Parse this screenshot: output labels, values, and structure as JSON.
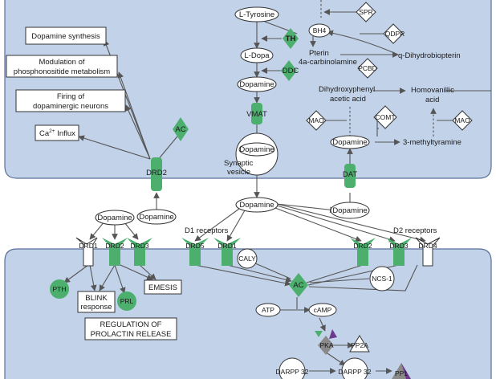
{
  "colors": {
    "cell_fill": "#c2d2e9",
    "cell_stroke": "#5a6f9a",
    "green": "#4caf6e",
    "green_dark": "#2f8a50",
    "purple": "#6b3a8c",
    "gray_kinase": "#8a8a8a",
    "node_fill": "#ffffff",
    "edge": "#555555"
  },
  "presynaptic": {
    "ltyrosine": "L-Tyrosine",
    "th": "TH",
    "ldopa": "L-Dopa",
    "ddc": "DDC",
    "dopamine_top": "Dopamine",
    "vmat": "VMAT",
    "vesicle_dopamine": "Dopamine",
    "synaptic_vesicle": "Synaptic vesicle",
    "spr": "SPR",
    "bh4": "BH4",
    "qdpr": "QDPR",
    "pterin": "Pterin 4a-carbinolamine",
    "q_dihydro": "q-Dihydrobiopterin",
    "pcbd": "PCBD",
    "dihydroxyphenyl": "Dihydroxyphenyl acetic acid",
    "homovanillic": "Homovanillic acid",
    "mao_left": "MAO",
    "comt": "COMT",
    "mao_right": "MAO",
    "dopamine_right": "Dopamine",
    "methyltyramine": "3-methyltyramine",
    "dat": "DAT",
    "dopamine_dat": "Dopamine",
    "drd2_top": "DRD2",
    "ac_top": "AC",
    "dopamine_synthesis": "Dopamine synthesis",
    "phospho_mod": "Modulation of phosphonositide metabolism",
    "firing": "Firing of dopaminergic neurons",
    "ca_influx_pre": "Ca",
    "ca_influx_sup": "2+",
    "ca_influx_post": " Influx",
    "dopamine_autorec": "Dopamine"
  },
  "synapse": {
    "dopamine_cleft": "Dopamine",
    "d1_receptors": "D1 receptors",
    "d2_receptors": "D2 receptors"
  },
  "postsynaptic": {
    "dopamine_left": "Dopamine",
    "drd1_left": "DRD1",
    "drd2_left": "DRD2",
    "drd3_left": "DRD3",
    "pth": "PTH",
    "prl": "PRL",
    "blink": "BLINK response",
    "emesis": "EMESIS",
    "prolactin": "REGULATION OF PROLACTIN RELEASE",
    "drd5": "DRD5",
    "drd1_right": "DRD1",
    "caly": "CALY",
    "drd2_right": "DRD2",
    "drd3_right": "DRD3",
    "drd4": "DRD4",
    "ac": "AC",
    "ncs1": "NCS-1",
    "atp": "ATP",
    "camp": "cAMP",
    "pka": "PKA",
    "pp2a": "PP2A",
    "darpp_left": "DARPP 32",
    "darpp_right": "DARPP 32",
    "pp1": "PP1"
  }
}
